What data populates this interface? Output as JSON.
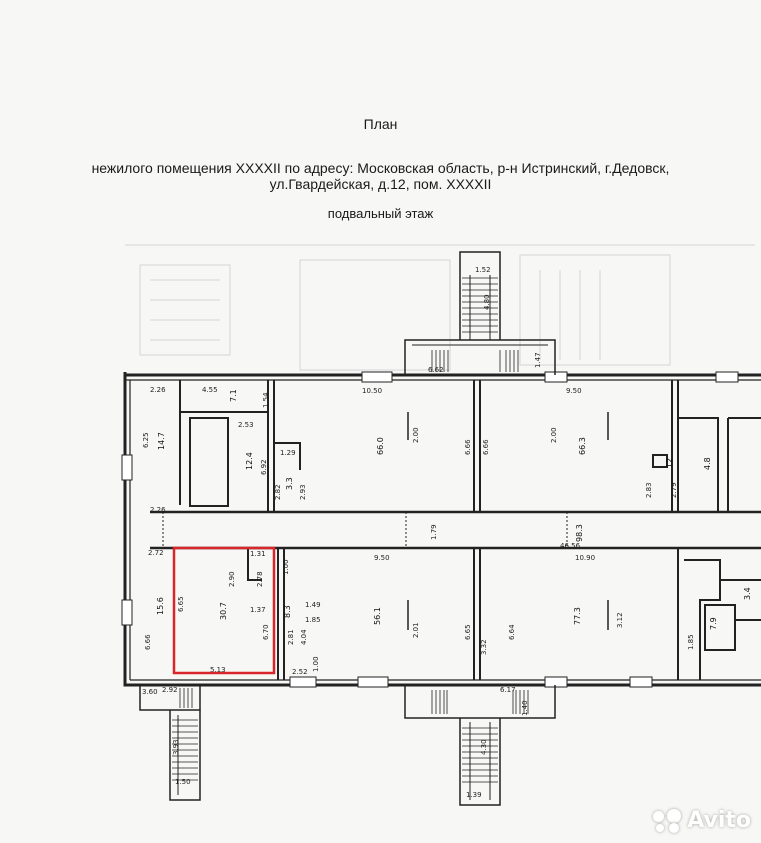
{
  "header": {
    "title": "План",
    "line1": "нежилого помещения XXXXII по адресу: Московская область, р-н Истринский, г.Дедовск,",
    "line2": "ул.Гвардейская, д.12, пом. XXXXII",
    "floor": "подвальный этаж"
  },
  "colors": {
    "highlight": "#d8262a",
    "line": "#222222"
  },
  "dims": {
    "d_152": "1.52",
    "d_480": "4.80",
    "d_662": "6.62",
    "d_147": "1.47",
    "d_226a": "2.26",
    "d_455": "4.55",
    "d_1050": "10.50",
    "d_950": "9.50",
    "d_154": "1.54",
    "d_253": "2.53",
    "d_625": "6.25",
    "d_692": "6.92",
    "d_200a": "2.00",
    "d_666a": "6.66",
    "d_666b": "6.66",
    "d_200b": "2.00",
    "d_226b": "2.26",
    "d_282": "2.82",
    "d_293": "2.93",
    "d_179": "1.79",
    "d_4656": "46.56",
    "d_272": "2.72",
    "d_950b": "9.50",
    "d_1090": "10.90",
    "d_131": "1.31",
    "d_137": "1.37",
    "d_278": "2.78",
    "d_290": "2.90",
    "d_149": "1.49",
    "d_100a": "1.00",
    "d_665a": "6.65",
    "d_666c": "6.66",
    "d_201": "2.01",
    "d_665b": "6.65",
    "d_664": "6.64",
    "d_312": "3.12",
    "d_332": "3.32",
    "d_281": "2.81",
    "d_404": "4.04",
    "d_670": "6.70",
    "d_513": "5.13",
    "d_252": "2.52",
    "d_100b": "1.00",
    "d_185": "1.85",
    "d_617": "6.17",
    "d_140": "1.40",
    "d_430": "4.30",
    "d_139": "1.39",
    "d_150": "1.50",
    "d_393": "3.93",
    "d_292": "2.92",
    "d_360": "3.60",
    "d_185b": "1.85",
    "d_279": "2.79",
    "d_283": "2.83",
    "d_129": "1.29"
  },
  "rooms": {
    "r_71": "7.1",
    "r_147": "14.7",
    "r_124": "12.4",
    "r_33": "3.3",
    "r_660": "66.0",
    "r_663": "66.3",
    "r_48": "4.8",
    "r_156": "15.6",
    "r_307": "30.7",
    "r_83": "8.3",
    "r_561": "56.1",
    "r_773": "77.3",
    "r_79": "7.9",
    "r_983": "98.3",
    "r_12": "12",
    "r_34": "3.4"
  },
  "watermark": {
    "brand": "Avito"
  }
}
